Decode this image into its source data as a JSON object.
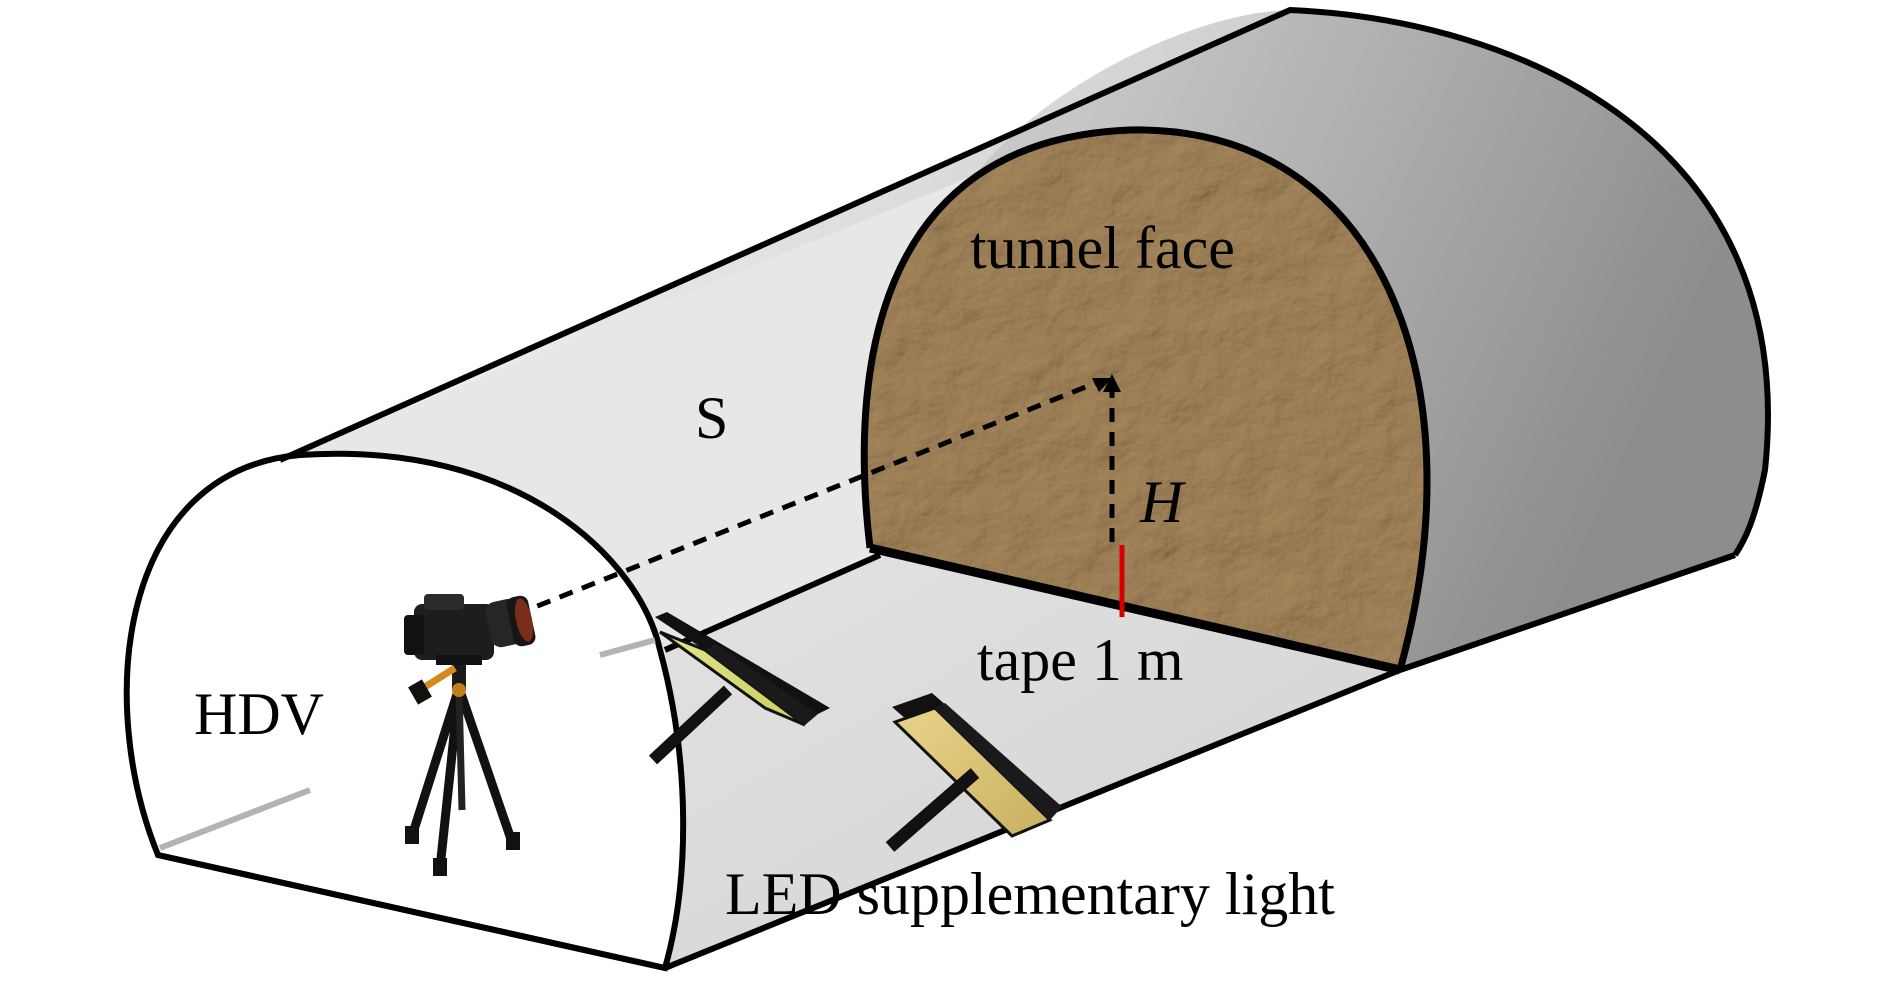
{
  "labels": {
    "tunnel_face": "tunnel face",
    "s": "S",
    "h": "H",
    "tape": "tape 1 m",
    "hdv": "HDV",
    "led": "LED supplementary light"
  },
  "colors": {
    "outline": "#000000",
    "tunnel_light": "#f4f4f4",
    "tunnel_dark": "#9a9a9a",
    "rock_base": "#a5875f",
    "rock_light": "#c9ab80",
    "rock_dark": "#6e5536",
    "led_panel_1": "#d8dc78",
    "led_panel_2": "#dcc878",
    "tape_mark": "#d40000"
  },
  "icons": {
    "camera": "camera-icon",
    "tripod": "tripod-icon"
  }
}
